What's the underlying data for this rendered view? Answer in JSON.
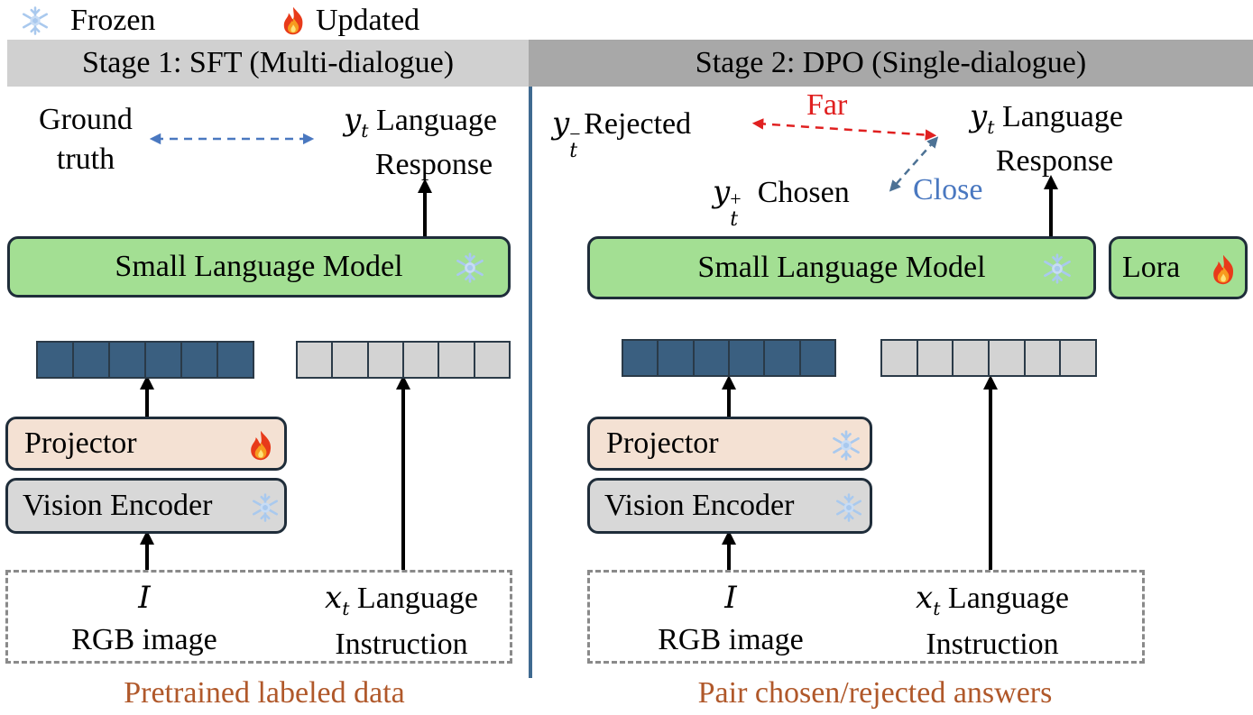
{
  "legend": {
    "frozen": {
      "icon": "snowflake-icon",
      "label": "Frozen"
    },
    "updated": {
      "icon": "fire-icon",
      "label": "Updated"
    }
  },
  "stage1": {
    "title": "Stage 1: SFT (Multi-dialogue)",
    "ground_truth_line1": "Ground",
    "ground_truth_line2": "truth",
    "response_var": "y",
    "response_sub": "t",
    "response_line1": "Language",
    "response_line2": "Response",
    "slm_label": "Small Language Model",
    "slm_state": "frozen",
    "projector_label": "Projector",
    "projector_state": "updated",
    "encoder_label": "Vision Encoder",
    "encoder_state": "frozen",
    "image_var": "I",
    "image_label": "RGB image",
    "instruction_var": "x",
    "instruction_sub": "t",
    "instruction_line1": "Language",
    "instruction_line2": "Instruction",
    "caption": "Pretrained labeled data",
    "visual_tokens": 6,
    "text_tokens": 6
  },
  "stage2": {
    "title": "Stage 2: DPO (Single-dialogue)",
    "rejected_var": "y",
    "rejected_sub": "t",
    "rejected_sup": "−",
    "rejected_label": "Rejected",
    "chosen_var": "y",
    "chosen_sub": "t",
    "chosen_sup": "+",
    "chosen_label": "Chosen",
    "far_label": "Far",
    "close_label": "Close",
    "response_var": "y",
    "response_sub": "t",
    "response_line1": "Language",
    "response_line2": "Response",
    "slm_label": "Small Language Model",
    "slm_state": "frozen",
    "lora_label": "Lora",
    "lora_state": "updated",
    "projector_label": "Projector",
    "projector_state": "frozen",
    "encoder_label": "Vision Encoder",
    "encoder_state": "frozen",
    "image_var": "I",
    "image_label": "RGB image",
    "instruction_var": "x",
    "instruction_sub": "t",
    "instruction_line1": "Language",
    "instruction_line2": "Instruction",
    "caption": "Pair chosen/rejected answers",
    "visual_tokens": 6,
    "text_tokens": 6
  },
  "colors": {
    "far_arrow": "#e02020",
    "close_arrow": "#4a78c0",
    "caption": "#b0582a",
    "slm_fill": "#a3df93",
    "projector_fill": "#f4e1d3",
    "encoder_fill": "#d8d8d8",
    "visual_token_fill": "#3a5f80",
    "text_token_fill": "#d3d3d3",
    "stage1_header": "#d0d0d0",
    "stage2_header": "#a8a8a8",
    "divider": "#3f6a90"
  }
}
